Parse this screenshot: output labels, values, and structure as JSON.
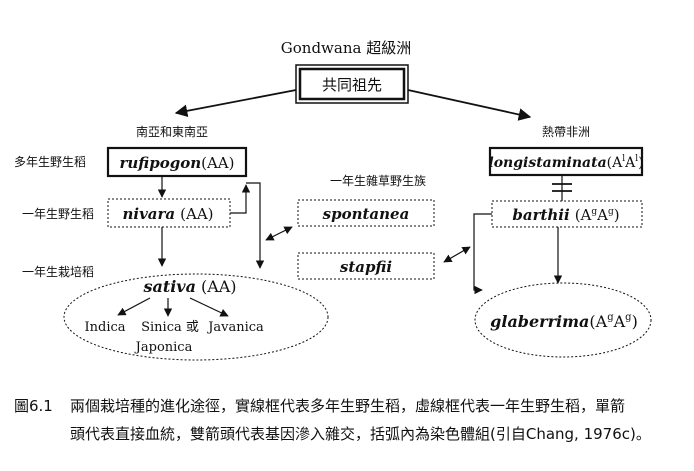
{
  "root": {
    "label": "Gondwana 超級洲",
    "ancestor": "共同祖先"
  },
  "regions": {
    "asia": "南亞和東南亞",
    "africa": "熱帶非洲"
  },
  "row_labels": {
    "perennial": "多年生野生稻",
    "annual_wild": "一年生野生稻",
    "annual_cultivated": "一年生栽培稻"
  },
  "weed_group_label": "一年生雜草野生族",
  "nodes": {
    "rufipogon": {
      "name": "rufipogon",
      "genome": "(AA)"
    },
    "nivara": {
      "name": "nivara",
      "genome": "(AA)"
    },
    "sativa": {
      "name": "sativa",
      "genome": "(AA)"
    },
    "spontanea": {
      "name": "spontanea"
    },
    "stapfii": {
      "name": "stapfii"
    },
    "longistaminata": {
      "name": "longistaminata",
      "genome_base": "(A",
      "sup1": "l",
      "mid": "A",
      "sup2": "l",
      "close": ")"
    },
    "barthii": {
      "name": "barthii",
      "genome_base": "(A",
      "sup1": "g",
      "mid": "A",
      "sup2": "g",
      "close": ")"
    },
    "glaberrima": {
      "name": "glaberrima",
      "genome_base": "(A",
      "sup1": "g",
      "mid": "A",
      "sup2": "g",
      "close": ")"
    }
  },
  "sativa_groups": {
    "indica": "Indica",
    "sinica_or": "Sinica 或",
    "javanica": "Javanica",
    "japonica": "Japonica"
  },
  "caption": {
    "label": "圖6.1",
    "line1": "兩個栽培種的進化途徑，實線框代表多年生野生稻，虛線框代表一年生野生稻，單箭",
    "line2": "頭代表直接血統，雙箭頭代表基因滲入雜交，括弧內為染色體組(引自Chang, 1976c)。"
  }
}
